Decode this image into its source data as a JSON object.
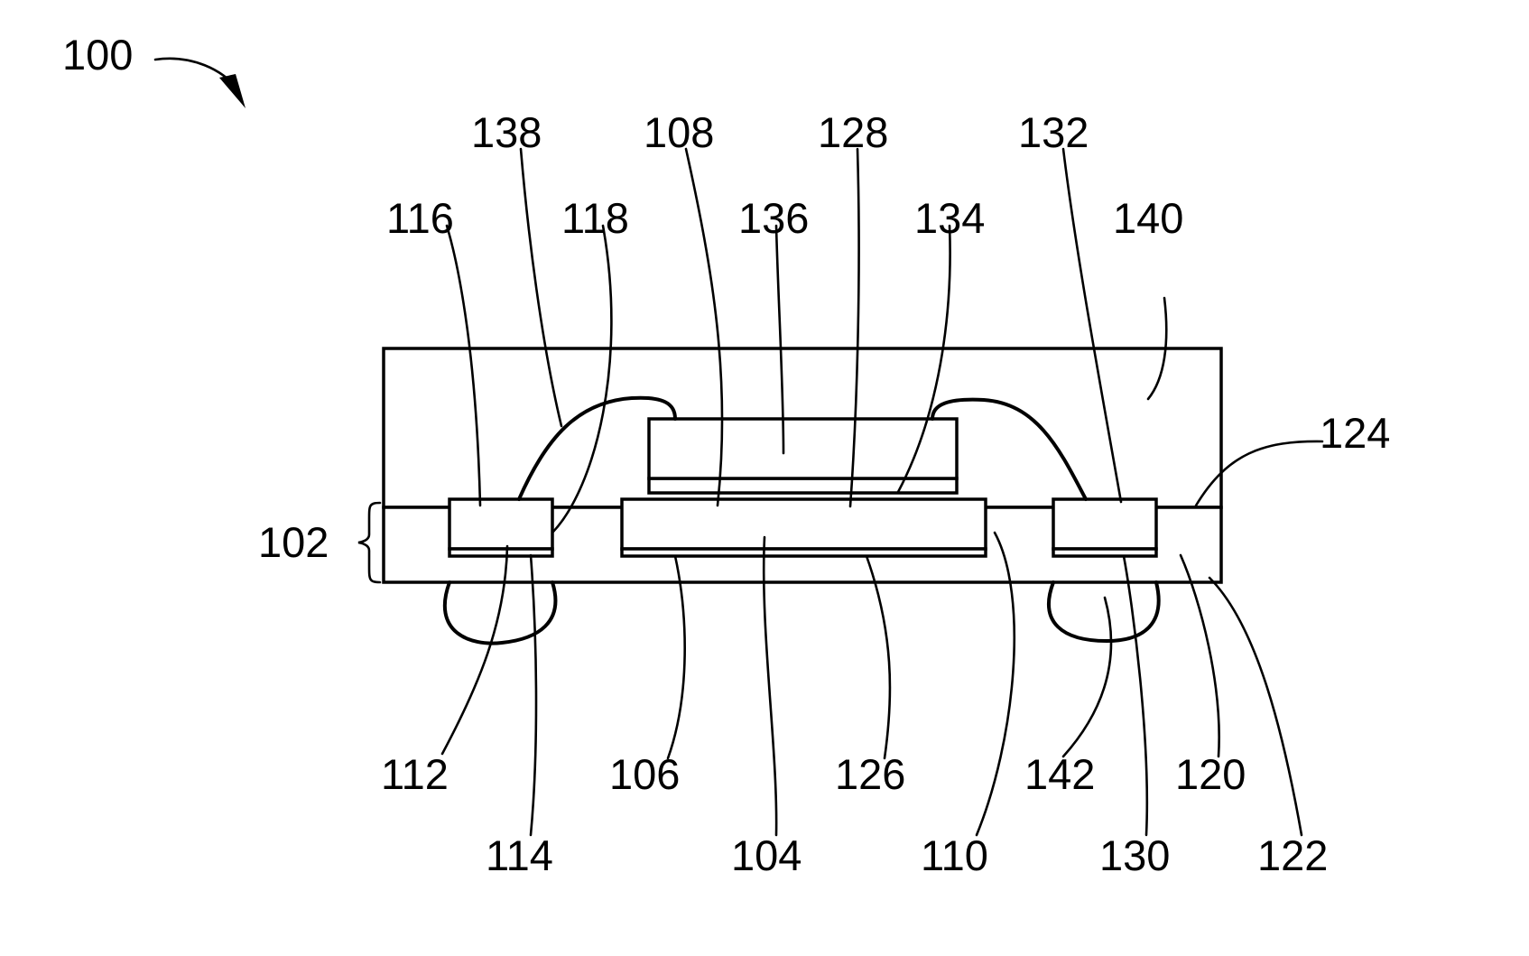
{
  "figure": {
    "reference_numerals": {
      "n100": "100",
      "n102": "102",
      "n104": "104",
      "n106": "106",
      "n108": "108",
      "n110": "110",
      "n112": "112",
      "n114": "114",
      "n116": "116",
      "n118": "118",
      "n120": "120",
      "n122": "122",
      "n124": "124",
      "n126": "126",
      "n128": "128",
      "n130": "130",
      "n132": "132",
      "n134": "134",
      "n136": "136",
      "n138": "138",
      "n140": "140",
      "n142": "142"
    },
    "colors": {
      "line": "#000000",
      "background": "#ffffff"
    }
  }
}
